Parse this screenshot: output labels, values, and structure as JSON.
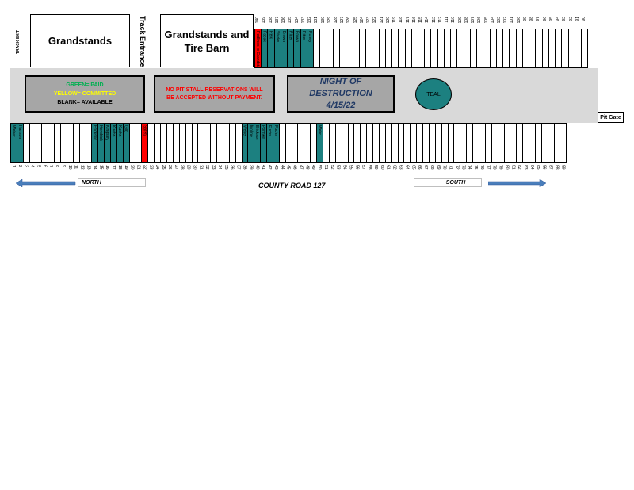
{
  "track_exit": "TRACK EXIT",
  "grandstands": "Grandstands",
  "track_entrance": "Track Entrance",
  "grandstands_tire_barn": "Grandstands and Tire Barn",
  "legend": {
    "paid": "GREEN= PAID",
    "committed": "YELLOW= COMMITTED",
    "available": "BLANK= AVAILABLE",
    "paid_color": "#00b050",
    "committed_color": "#ffff00"
  },
  "notice": "NO PIT STALL RESERVATIONS WILL BE ACCEPTED WITHOUT PAYMENT.",
  "notice_color": "#ff0000",
  "event": {
    "name": "NIGHT OF DESTRUCTION",
    "date": "4/15/22",
    "color": "#1f3864"
  },
  "teal_label": "TEAL",
  "pit_gate": "Pit Gate",
  "road": "COUNTY ROAD 127",
  "north": "NORTH",
  "south": "SOUTH",
  "colors": {
    "teal": "#1c8080",
    "red": "#ff0000",
    "lane": "#d9d9d9",
    "panel": "#a6a6a6"
  },
  "top_stalls": [
    {
      "num": "140",
      "color": "red",
      "name": "Redlines to Grandstands"
    },
    {
      "num": "139",
      "color": "teal",
      "name": "Pacak"
    },
    {
      "num": "138",
      "color": "teal",
      "name": "Reik"
    },
    {
      "num": "137",
      "color": "teal",
      "name": "Starks"
    },
    {
      "num": "136",
      "color": "teal",
      "name": "Brown"
    },
    {
      "num": "135",
      "color": "teal",
      "name": "Ritter"
    },
    {
      "num": "134",
      "color": "teal",
      "name": "Brown"
    },
    {
      "num": "133",
      "color": "teal",
      "name": "Ritter"
    },
    {
      "num": "132",
      "color": "teal",
      "name": "Roney"
    },
    {
      "num": "131"
    },
    {
      "num": "130"
    },
    {
      "num": "129"
    },
    {
      "num": "128"
    },
    {
      "num": "127"
    },
    {
      "num": "126"
    },
    {
      "num": "125"
    },
    {
      "num": "124"
    },
    {
      "num": "123"
    },
    {
      "num": "122"
    },
    {
      "num": "121"
    },
    {
      "num": "120"
    },
    {
      "num": "119"
    },
    {
      "num": "118"
    },
    {
      "num": "117"
    },
    {
      "num": "116"
    },
    {
      "num": "115"
    },
    {
      "num": "114"
    },
    {
      "num": "113"
    },
    {
      "num": "112"
    },
    {
      "num": "111"
    },
    {
      "num": "110"
    },
    {
      "num": "109"
    },
    {
      "num": "108"
    },
    {
      "num": "107"
    },
    {
      "num": "106"
    },
    {
      "num": "105"
    },
    {
      "num": "104"
    },
    {
      "num": "103"
    },
    {
      "num": "102"
    },
    {
      "num": "101"
    },
    {
      "num": "100"
    },
    {
      "num": "99"
    },
    {
      "num": "98"
    },
    {
      "num": "97"
    },
    {
      "num": "96"
    },
    {
      "num": "95"
    },
    {
      "num": "94"
    },
    {
      "num": "93"
    },
    {
      "num": "92"
    },
    {
      "num": "91"
    },
    {
      "num": "90"
    }
  ],
  "bottom_stalls": [
    {
      "num": "1",
      "color": "teal",
      "name": "Weber"
    },
    {
      "num": "2",
      "color": "teal",
      "name": "Hanson"
    },
    {
      "num": "3"
    },
    {
      "num": "4"
    },
    {
      "num": "5"
    },
    {
      "num": "6"
    },
    {
      "num": "7"
    },
    {
      "num": "8"
    },
    {
      "num": "9"
    },
    {
      "num": "10"
    },
    {
      "num": "11"
    },
    {
      "num": "12"
    },
    {
      "num": "13"
    },
    {
      "num": "14",
      "color": "teal",
      "name": "Erickson"
    },
    {
      "num": "15",
      "color": "teal",
      "name": "Hendrick"
    },
    {
      "num": "16",
      "color": "teal",
      "name": "Kingsley"
    },
    {
      "num": "17",
      "color": "teal",
      "name": "Kuehn"
    },
    {
      "num": "18",
      "color": "teal",
      "name": "Kuehn"
    },
    {
      "num": "19",
      "color": "teal",
      "name": "Gilb"
    },
    {
      "num": "20"
    },
    {
      "num": "21"
    },
    {
      "num": "22",
      "color": "red",
      "name": "Safety"
    },
    {
      "num": "23"
    },
    {
      "num": "24"
    },
    {
      "num": "25"
    },
    {
      "num": "26"
    },
    {
      "num": "27"
    },
    {
      "num": "28"
    },
    {
      "num": "29"
    },
    {
      "num": "30"
    },
    {
      "num": "31"
    },
    {
      "num": "32"
    },
    {
      "num": "33"
    },
    {
      "num": "34"
    },
    {
      "num": "35"
    },
    {
      "num": "36"
    },
    {
      "num": "37"
    },
    {
      "num": "38",
      "color": "teal",
      "name": "Weber"
    },
    {
      "num": "39",
      "color": "teal",
      "name": "Moline"
    },
    {
      "num": "40",
      "color": "teal",
      "name": "Erickson"
    },
    {
      "num": "41",
      "color": "teal",
      "name": "Pohnke"
    },
    {
      "num": "42",
      "color": "teal",
      "name": "Fuchs"
    },
    {
      "num": "43",
      "color": "teal",
      "name": "Fuchs"
    },
    {
      "num": "44"
    },
    {
      "num": "45"
    },
    {
      "num": "46"
    },
    {
      "num": "47"
    },
    {
      "num": "48"
    },
    {
      "num": "49"
    },
    {
      "num": "50",
      "color": "teal",
      "name": "Wehr"
    },
    {
      "num": "51"
    },
    {
      "num": "52"
    },
    {
      "num": "53"
    },
    {
      "num": "54"
    },
    {
      "num": "55"
    },
    {
      "num": "56"
    },
    {
      "num": "57"
    },
    {
      "num": "58"
    },
    {
      "num": "59"
    },
    {
      "num": "60"
    },
    {
      "num": "61"
    },
    {
      "num": "62"
    },
    {
      "num": "63"
    },
    {
      "num": "64"
    },
    {
      "num": "65"
    },
    {
      "num": "66"
    },
    {
      "num": "67"
    },
    {
      "num": "68"
    },
    {
      "num": "69"
    },
    {
      "num": "70"
    },
    {
      "num": "71"
    },
    {
      "num": "72"
    },
    {
      "num": "73"
    },
    {
      "num": "74"
    },
    {
      "num": "75"
    },
    {
      "num": "76"
    },
    {
      "num": "77"
    },
    {
      "num": "78"
    },
    {
      "num": "79"
    },
    {
      "num": "80"
    },
    {
      "num": "81"
    },
    {
      "num": "82"
    },
    {
      "num": "83"
    },
    {
      "num": "84"
    },
    {
      "num": "85"
    },
    {
      "num": "86"
    },
    {
      "num": "87"
    },
    {
      "num": "88"
    },
    {
      "num": "89"
    }
  ]
}
